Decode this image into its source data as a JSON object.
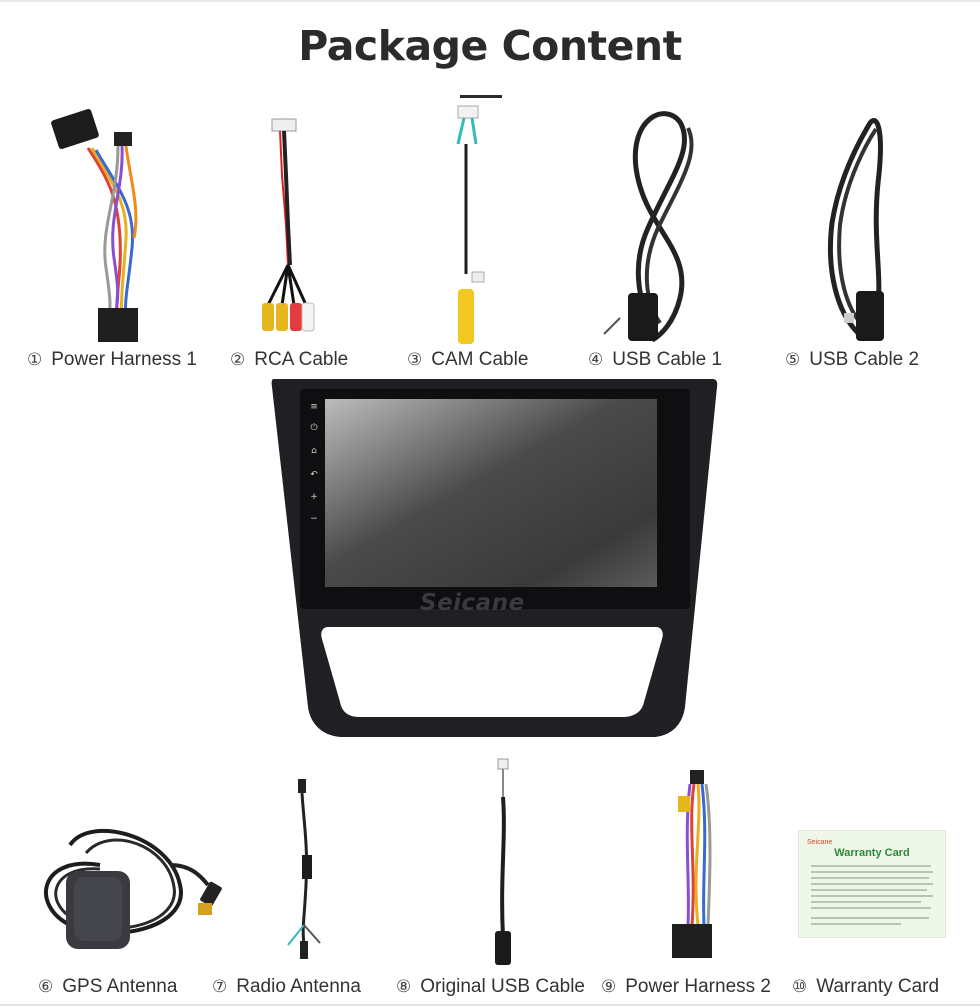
{
  "page": {
    "title": "Package Content"
  },
  "items": [
    {
      "num": "①",
      "label": "Power Harness 1"
    },
    {
      "num": "②",
      "label": "RCA Cable"
    },
    {
      "num": "③",
      "label": "CAM Cable"
    },
    {
      "num": "④",
      "label": "USB Cable 1"
    },
    {
      "num": "⑤",
      "label": "USB Cable 2"
    },
    {
      "num": "⑥",
      "label": "GPS Antenna"
    },
    {
      "num": "⑦",
      "label": "Radio Antenna"
    },
    {
      "num": "⑧",
      "label": "Original USB Cable"
    },
    {
      "num": "⑨",
      "label": "Power Harness 2"
    },
    {
      "num": "⑩",
      "label": "Warranty Card"
    }
  ],
  "head_unit": {
    "brand": "Seicane"
  },
  "warranty_card": {
    "brand": "Seicane",
    "title": "Warranty Card"
  },
  "icons": {
    "item1": "power-harness-icon",
    "item2": "rca-cable-icon",
    "item3": "camera-cable-icon",
    "item4": "usb-cable-icon",
    "item5": "usb-cable-icon",
    "item6": "gps-antenna-icon",
    "item7": "radio-antenna-icon",
    "item8": "usb-cable-icon",
    "item9": "power-harness-icon",
    "item10": "warranty-card-icon"
  }
}
